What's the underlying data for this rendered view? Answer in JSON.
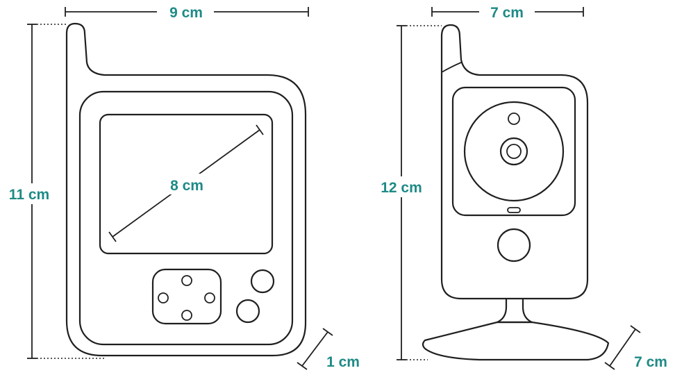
{
  "accent_color": "#1e8a86",
  "line_color": "#1f1f1f",
  "monitor": {
    "width_label": "9 cm",
    "height_label": "11 cm",
    "screen_diagonal_label": "8 cm",
    "depth_label": "1 cm"
  },
  "camera": {
    "width_label": "7 cm",
    "height_label": "12 cm",
    "base_label": "7 cm"
  }
}
